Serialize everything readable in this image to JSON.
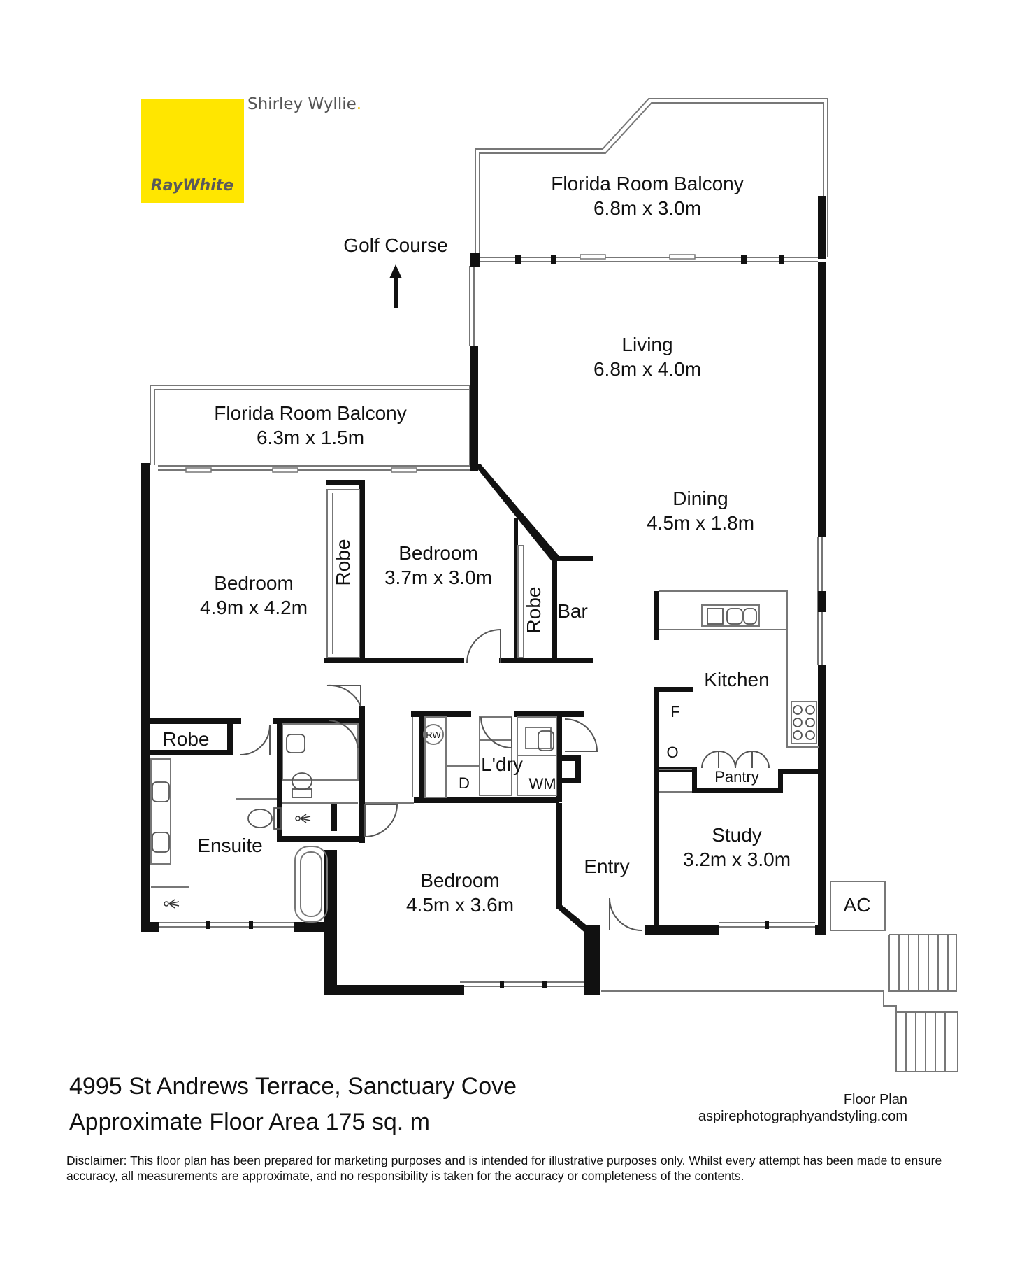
{
  "branding": {
    "brand_name": "RayWhite",
    "agent_name": "Shirley Wyllie",
    "agent_dot": ".",
    "brand_color": "#FFE600",
    "brand_text_color": "#5a5a5a"
  },
  "north_label": "Golf Course",
  "rooms": [
    {
      "id": "florida-balcony-1",
      "name": "Florida Room Balcony",
      "size": "6.8m x 3.0m"
    },
    {
      "id": "living",
      "name": "Living",
      "size": "6.8m x 4.0m"
    },
    {
      "id": "florida-balcony-2",
      "name": "Florida Room Balcony",
      "size": "6.3m x 1.5m"
    },
    {
      "id": "dining",
      "name": "Dining",
      "size": "4.5m x 1.8m"
    },
    {
      "id": "bedroom-main",
      "name": "Bedroom",
      "size": "4.9m x 4.2m"
    },
    {
      "id": "bedroom-2",
      "name": "Bedroom",
      "size": "3.7m x 3.0m"
    },
    {
      "id": "bedroom-3",
      "name": "Bedroom",
      "size": "4.5m x 3.6m"
    },
    {
      "id": "study",
      "name": "Study",
      "size": "3.2m x 3.0m"
    }
  ],
  "labels": {
    "robe_1": "Robe",
    "robe_2": "Robe",
    "robe_3": "Robe",
    "bar_1": "Bar",
    "kitchen": "Kitchen",
    "fridge": "F",
    "oven": "O",
    "pantry": "Pantry",
    "laundry": "L'dry",
    "dryer": "D",
    "washing_machine": "WM",
    "rw": "RW",
    "ensuite": "Ensuite",
    "entry": "Entry",
    "ac": "AC"
  },
  "footer": {
    "address": "4995 St Andrews Terrace, Sanctuary Cove",
    "area_prefix": "Approximate Floor Area ",
    "area_value": "175",
    "area_unit": "sq. m",
    "plan_label": "Floor Plan",
    "plan_site": "aspirephotographyandstyling.com",
    "disclaimer": "Disclaimer: This floor plan has been prepared for marketing purposes and is intended for illustrative purposes only. Whilst every attempt has been made to ensure accuracy, all measurements are approximate, and no responsibility is taken for the accuracy or completeness of the contents."
  }
}
